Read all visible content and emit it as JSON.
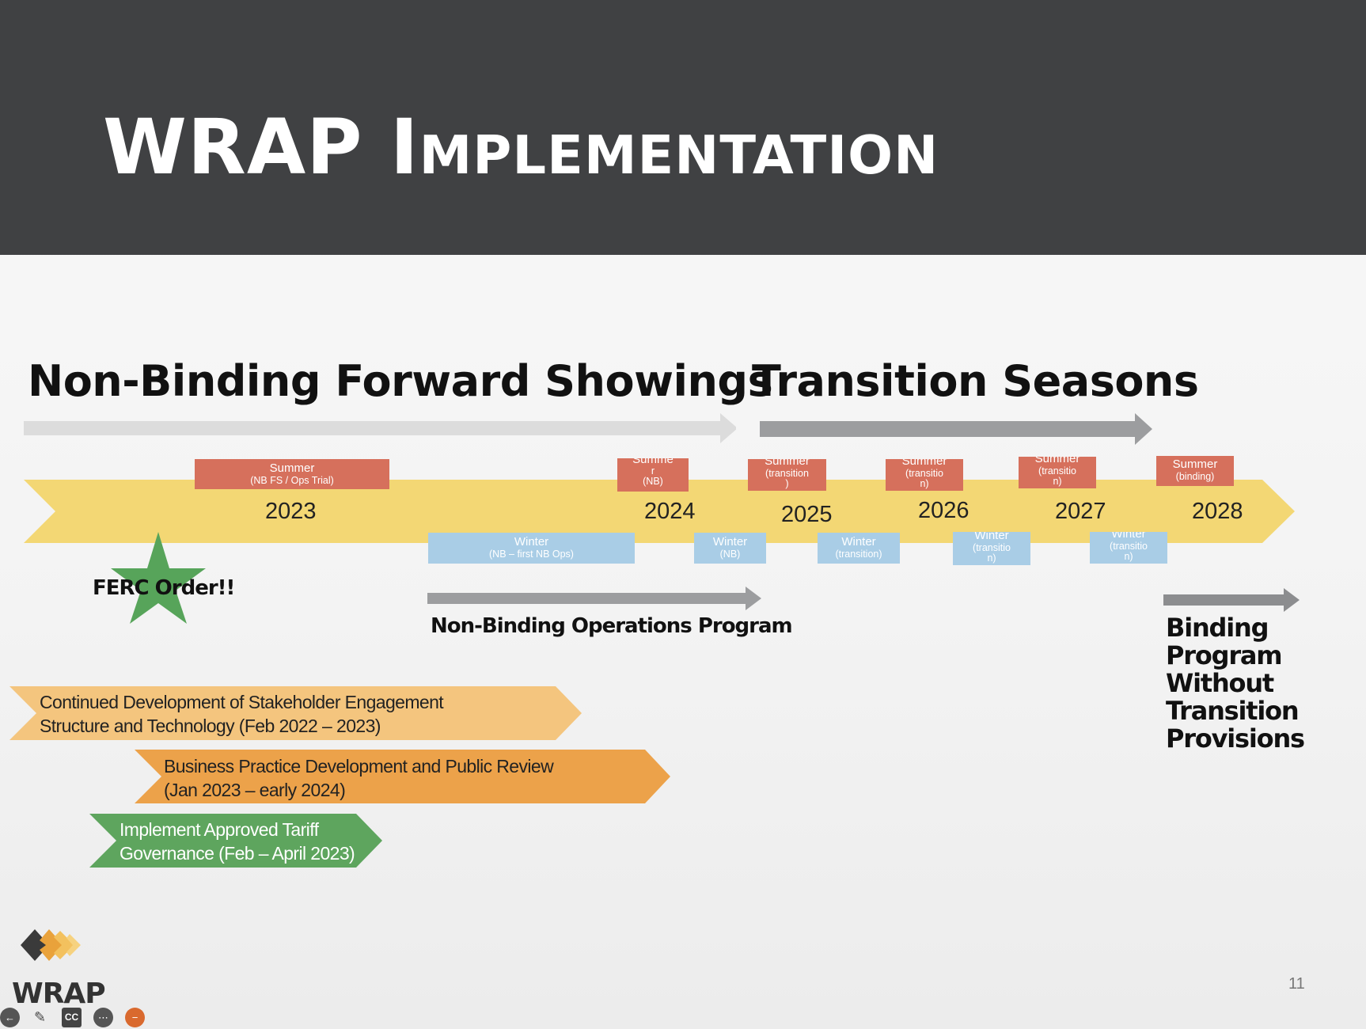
{
  "slide": {
    "title": "WRAP Implementation",
    "page_number": "11",
    "logo_text": "WRAP"
  },
  "sections": {
    "non_binding_fs": "Non-Binding Forward Showings",
    "transition": "Transition Seasons"
  },
  "timeline": {
    "years": [
      "2023",
      "2024",
      "2025",
      "2026",
      "2027",
      "2028"
    ],
    "summer": [
      {
        "line1": "Summer",
        "line2": "(NB FS / Ops Trial)"
      },
      {
        "line1": "Summe",
        "line2": "r",
        "line3": "(NB)"
      },
      {
        "line1": "Summer",
        "line2": "(transition",
        "line3": ")"
      },
      {
        "line1": "Summer",
        "line2": "(transitio",
        "line3": "n)"
      },
      {
        "line1": "Summer",
        "line2": "(transitio",
        "line3": "n)"
      },
      {
        "line1": "Summer",
        "line2": "(binding)"
      }
    ],
    "winter": [
      {
        "line1": "Winter",
        "line2": "(NB – first NB Ops)"
      },
      {
        "line1": "Winter",
        "line2": "(NB)"
      },
      {
        "line1": "Winter",
        "line2": "(transition)"
      },
      {
        "line1": "Winter",
        "line2": "(transitio",
        "line3": "n)"
      },
      {
        "line1": "Winter",
        "line2": "(transitio",
        "line3": "n)"
      }
    ]
  },
  "ferc": {
    "label": "FERC Order!!"
  },
  "nb_ops": {
    "label": "Non-Binding Operations Program"
  },
  "binding": {
    "lines": [
      "Binding",
      "Program",
      "Without",
      "Transition",
      "Provisions"
    ]
  },
  "chevrons": [
    {
      "line1": "Continued Development of Stakeholder Engagement",
      "line2": "Structure and Technology (Feb 2022 – 2023)"
    },
    {
      "line1": "Business Practice Development and Public Review",
      "line2": "(Jan 2023 – early 2024)"
    },
    {
      "line1": "Implement Approved Tariff",
      "line2": "Governance (Feb – April 2023)"
    }
  ],
  "toolbar": {
    "cc_label": "CC"
  },
  "colors": {
    "header": "#404143",
    "timeline_band": "#f3d774",
    "summer_box": "#d6705c",
    "winter_box": "#a9cde6",
    "star": "#57a45a",
    "chevron_1": "#f4c57e",
    "chevron_2": "#eca24a",
    "chevron_3": "#5ea55e"
  }
}
